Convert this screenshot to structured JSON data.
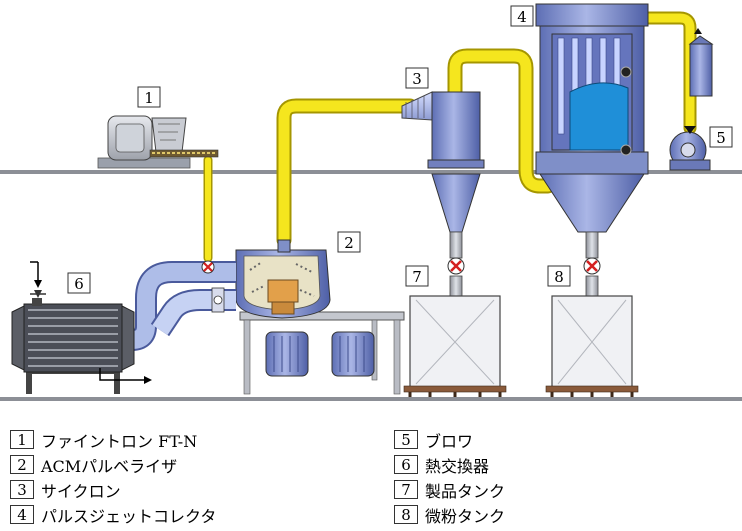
{
  "callouts": [
    "1",
    "2",
    "3",
    "4",
    "5",
    "6",
    "7",
    "8"
  ],
  "legend": [
    {
      "num": "1",
      "label": "ファイントロン FT-N"
    },
    {
      "num": "2",
      "label": "ACMパルベライザ"
    },
    {
      "num": "3",
      "label": "サイクロン"
    },
    {
      "num": "4",
      "label": "パルスジェットコレクタ"
    },
    {
      "num": "5",
      "label": "ブロワ"
    },
    {
      "num": "6",
      "label": "熱交換器"
    },
    {
      "num": "7",
      "label": "製品タンク"
    },
    {
      "num": "8",
      "label": "微粉タンク"
    }
  ],
  "colors": {
    "pipe_yellow": "#f5e61e",
    "equipment_blue": "#7f8fc8",
    "duct_light_blue": "#aebde8",
    "valve_red": "#d42020",
    "frame_gray": "#b9bcc4",
    "pallet_brown": "#8a5a3a"
  }
}
